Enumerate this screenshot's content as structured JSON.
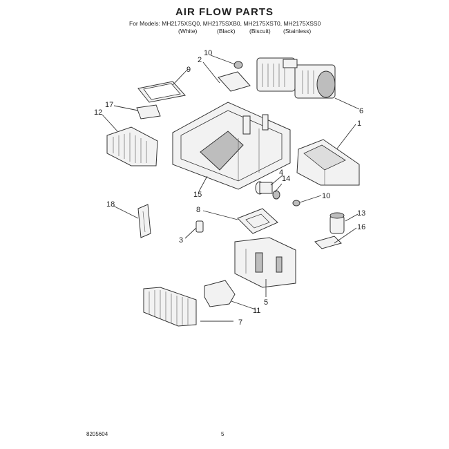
{
  "header": {
    "title": "AIR FLOW PARTS",
    "models_line": "For Models: MH2175XSQ0, MH2175SXB0, MH2175XST0, MH2175XSS0",
    "variants": [
      "(White)",
      "(Black)",
      "(Biscuit)",
      "(Stainless)"
    ]
  },
  "callouts": [
    "1",
    "2",
    "3",
    "4",
    "5",
    "6",
    "7",
    "8",
    "9",
    "10",
    "10",
    "11",
    "12",
    "13",
    "14",
    "15",
    "16",
    "17",
    "18"
  ],
  "footer": {
    "doc_number": "8205604",
    "page_number": "5"
  }
}
